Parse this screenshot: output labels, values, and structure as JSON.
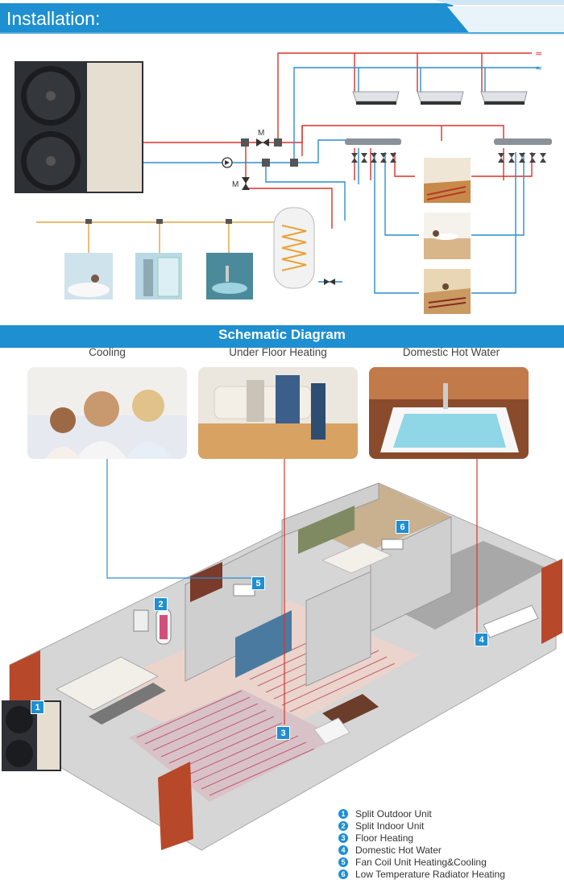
{
  "header": {
    "title": "Installation:"
  },
  "schematic": {
    "title": "Schematic Diagram",
    "categories": [
      "Cooling",
      "Under Floor Heating",
      "Domestic Hot Water"
    ]
  },
  "valve_labels": [
    "M",
    "M"
  ],
  "markers": [
    "1",
    "2",
    "3",
    "4",
    "5",
    "6"
  ],
  "legend": [
    {
      "num": "1",
      "label": "Split Outdoor Unit"
    },
    {
      "num": "2",
      "label": "Split Indoor Unit"
    },
    {
      "num": "3",
      "label": "Floor Heating"
    },
    {
      "num": "4",
      "label": "Domestic Hot Water"
    },
    {
      "num": "5",
      "label": "Fan Coil Unit Heating&Cooling"
    },
    {
      "num": "6",
      "label": "Low Temperature Radiator Heating"
    }
  ],
  "colors": {
    "hot_pipe": "#d9342b",
    "cold_pipe": "#2a8ecf",
    "water_pipe": "#e8a33c",
    "accent": "#1e8fd0"
  }
}
